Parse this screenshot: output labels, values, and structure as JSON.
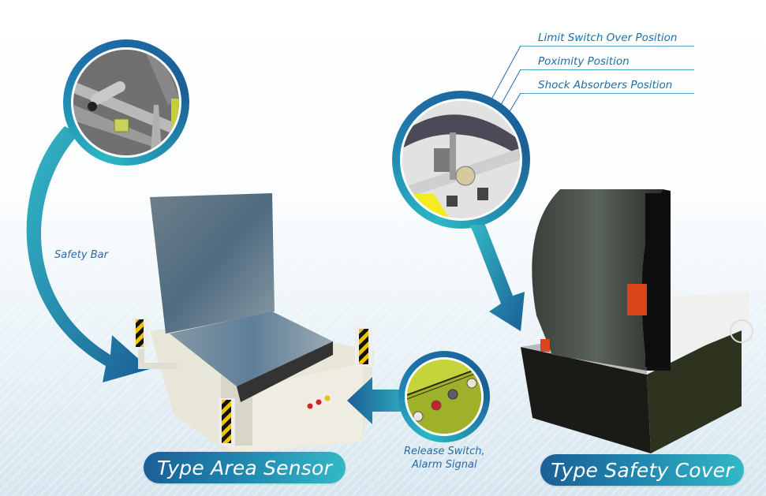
{
  "left_panel": {
    "callout_safety_bar": "Safety Bar",
    "type_pill": "Type Area Sensor",
    "machine": "pallet-inverter-area-sensor"
  },
  "right_panel": {
    "callouts": [
      "Limit Switch Over Position",
      "Poximity Position",
      "Shock Absorbers Position"
    ],
    "type_pill": "Type Safety Cover",
    "machine": "pallet-inverter-safety-cover"
  },
  "center": {
    "callout_release": [
      "Release Switch,",
      "Alarm Signal"
    ]
  },
  "colors": {
    "accent_dark": "#1b5f96",
    "accent_light": "#33b8c6",
    "label_text": "#2a6aa6"
  }
}
